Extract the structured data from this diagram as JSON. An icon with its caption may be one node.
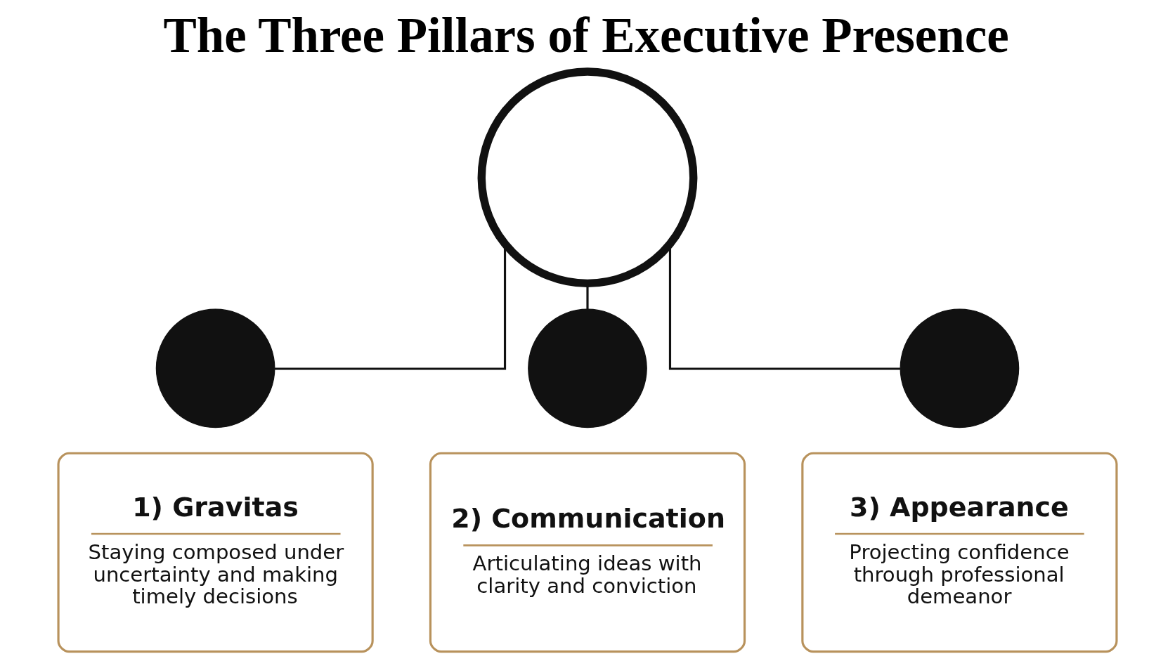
{
  "diagram": {
    "title": "The Three Pillars of Executive Presence",
    "nodes": [
      {
        "text": [],
        "shape": "circle"
      },
      {
        "text": [],
        "shape": "circle"
      },
      {
        "text": [],
        "shape": "circle"
      },
      {
        "text": [],
        "shape": "circle"
      },
      {
        "text": [
          "1) Gravitas",
          "Staying composed under uncertainty and making timely decisions"
        ]
      },
      {
        "text": [
          "2) Communication",
          "Articulating ideas with clarity and conviction"
        ]
      },
      {
        "text": [
          "3) Appearance",
          "Projecting confidence through professional demeanor"
        ]
      }
    ],
    "edges": [
      {
        "from": 0,
        "to": 1,
        "arrow": "none"
      },
      {
        "from": 0,
        "to": 2,
        "arrow": "none"
      },
      {
        "from": 0,
        "to": 3,
        "arrow": "none"
      }
    ]
  }
}
